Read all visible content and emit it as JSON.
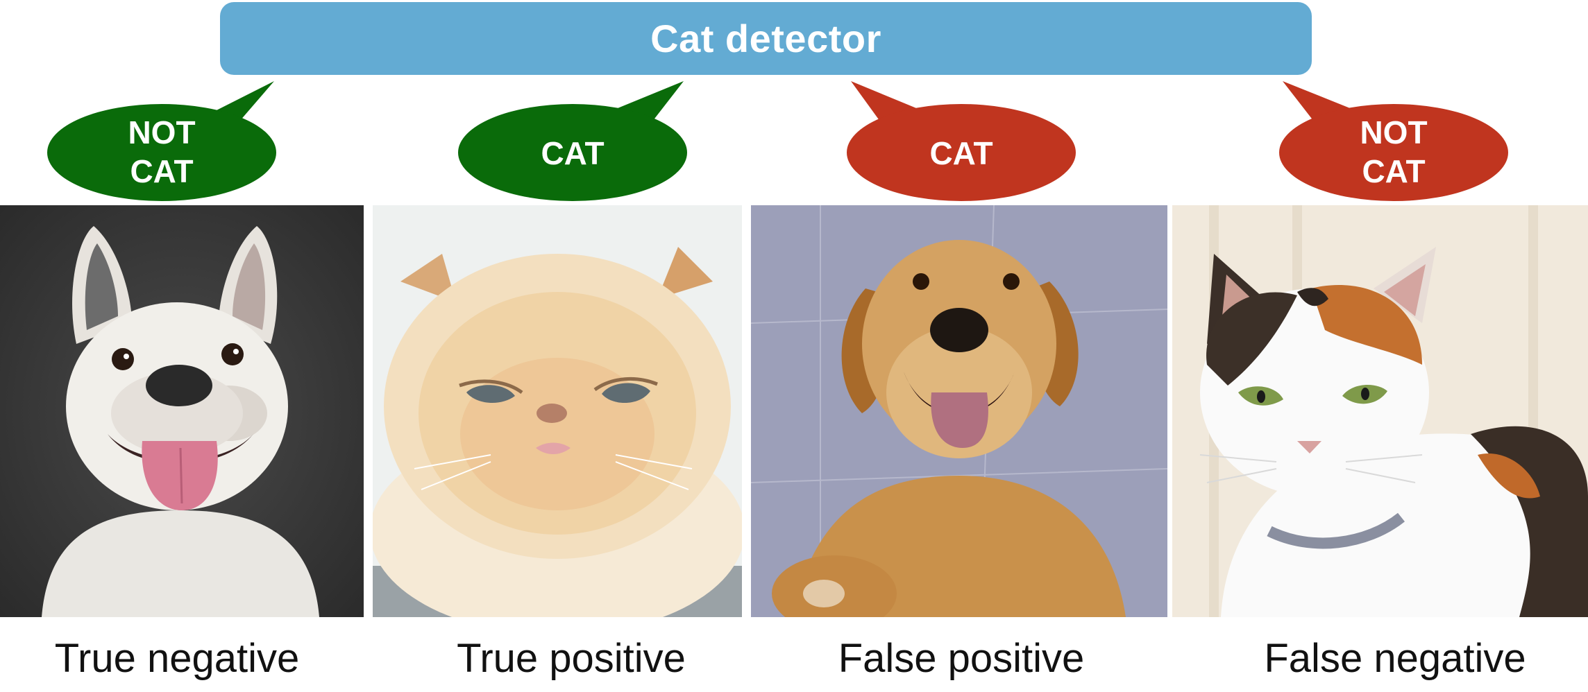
{
  "title": "Cat detector",
  "colors": {
    "banner": "#63abd3",
    "correct": "#0a6b0a",
    "incorrect": "#c0351f"
  },
  "panels": [
    {
      "prediction": "NOT\nCAT",
      "outcome": "True negative",
      "bubble_color": "correct",
      "photo": "french-bulldog-photo"
    },
    {
      "prediction": "CAT",
      "outcome": "True positive",
      "bubble_color": "correct",
      "photo": "persian-cat-photo"
    },
    {
      "prediction": "CAT",
      "outcome": "False positive",
      "bubble_color": "incorrect",
      "photo": "golden-retriever-photo"
    },
    {
      "prediction": "NOT\nCAT",
      "outcome": "False negative",
      "bubble_color": "incorrect",
      "photo": "calico-cat-photo"
    }
  ]
}
